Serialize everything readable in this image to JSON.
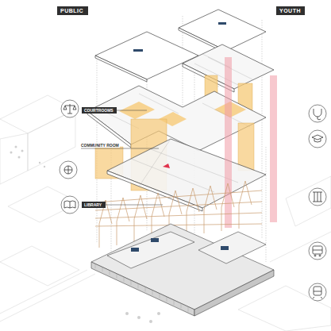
{
  "diagram": {
    "nodes": [
      {
        "text": [
          "PUBLIC"
        ]
      },
      {
        "text": [
          "YOUTH"
        ]
      },
      {
        "text": [
          "COURTROOMS"
        ]
      },
      {
        "text": [
          "LIBRARY"
        ]
      }
    ],
    "labels": [
      "COMMUNITY ROOM"
    ]
  }
}
